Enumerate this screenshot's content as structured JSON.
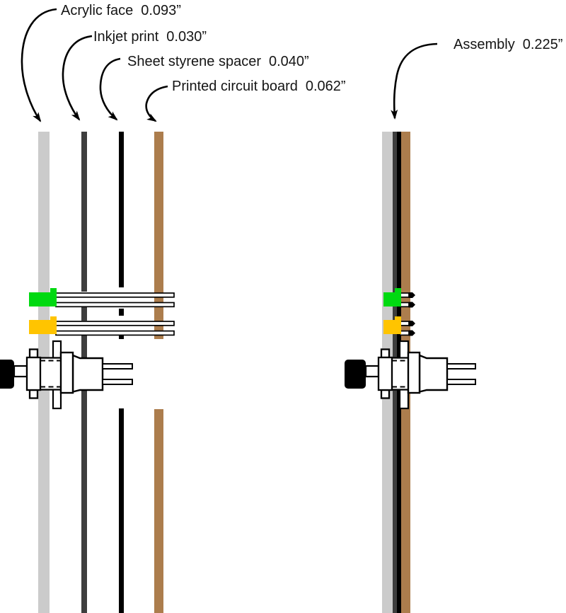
{
  "figure": {
    "annotations": [
      {
        "label": "Acrylic face",
        "value": "0.093”"
      },
      {
        "label": "Inkjet print",
        "value": "0.030”"
      },
      {
        "label": "Sheet styrene spacer",
        "value": "0.040”"
      },
      {
        "label": "Printed circuit board",
        "value": "0.062”"
      },
      {
        "label": "Assembly",
        "value": "0.225”"
      }
    ],
    "colors": {
      "acrylic": "#cbcbcb",
      "inkjet_print": "#3e3e3e",
      "styrene_spacer": "#000000",
      "circuit_board": "#ac7d4d",
      "led_green": "#00d911",
      "led_yellow": "#ffc400",
      "line": "#000000"
    }
  }
}
